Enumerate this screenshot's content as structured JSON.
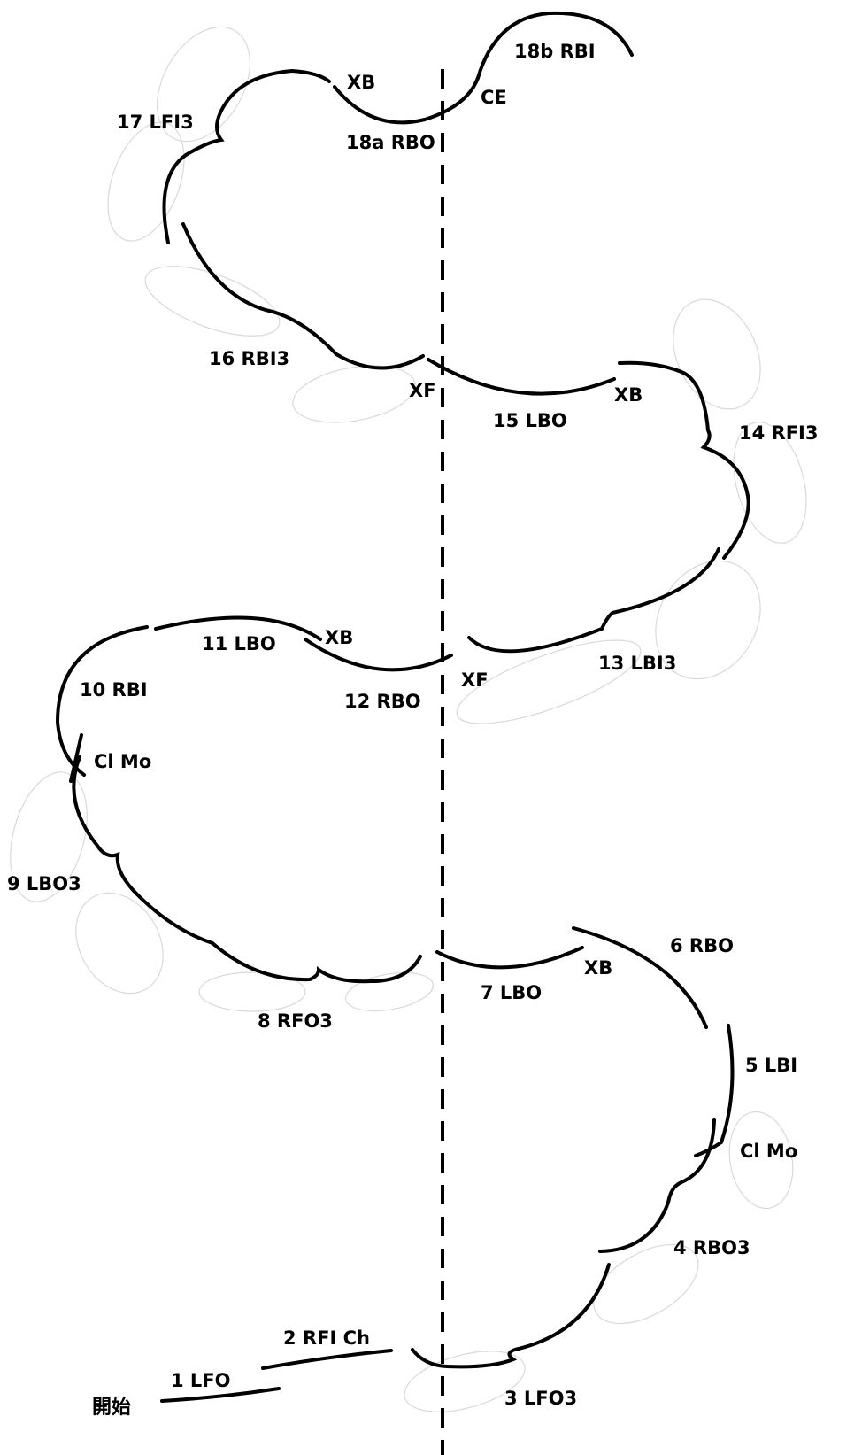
{
  "diagram": {
    "start_label": "開始",
    "elements": {
      "e1": "1 LFO",
      "e2": "2 RFI Ch",
      "e3": "3 LFO3",
      "e4": "4 RBO3",
      "e5": "5 LBI",
      "e6": "6 RBO",
      "e7": "7 LBO",
      "e8": "8 RFO3",
      "e9": "9 LBO3",
      "e10": "10 RBI",
      "e11": "11 LBO",
      "e12": "12 RBO",
      "e13": "13 LBI3",
      "e14": "14 RFI3",
      "e15": "15 LBO",
      "e16": "16 RBI3",
      "e17": "17 LFI3",
      "e18a": "18a RBO",
      "e18b": "18b RBI"
    },
    "transitions": {
      "climo_lower": "Cl Mo",
      "climo_upper": "Cl Mo",
      "xb_1": "XB",
      "xb_2": "XB",
      "xb_3": "XB",
      "xb_4": "XB",
      "xf_1": "XF",
      "xf_2": "XF",
      "ce": "CE"
    }
  }
}
